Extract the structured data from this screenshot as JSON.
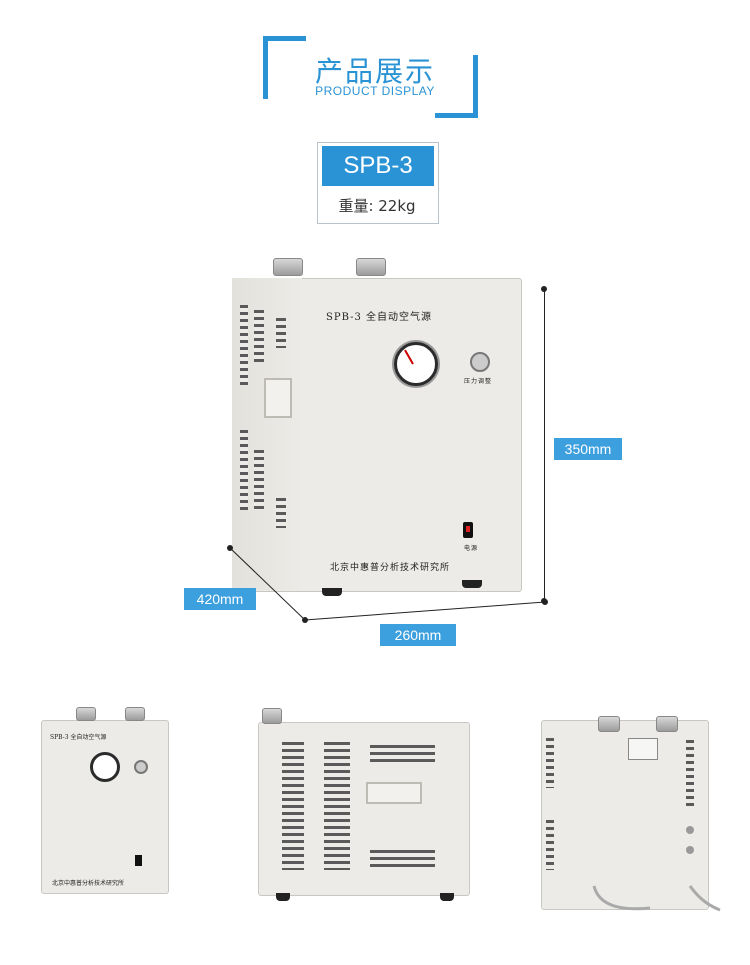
{
  "header": {
    "title": "产品展示",
    "subtitle": "PRODUCT DISPLAY"
  },
  "model": {
    "name": "SPB-3",
    "weight": "重量: 22kg"
  },
  "device": {
    "front_title": "SPB-3 全自动空气源",
    "maker": "北京中惠普分析技术研究所",
    "valve_label": "压力调整",
    "switch_label": "电源"
  },
  "dimensions": {
    "height": "350mm",
    "depth": "420mm",
    "width": "260mm"
  },
  "thumbs": {
    "front_title": "SPB-3 全自动空气源",
    "maker": "北京中惠普分析技术研究所"
  },
  "colors": {
    "accent": "#2a93d5",
    "label_bg": "#3c9fde",
    "device_body": "#ecebe7"
  }
}
